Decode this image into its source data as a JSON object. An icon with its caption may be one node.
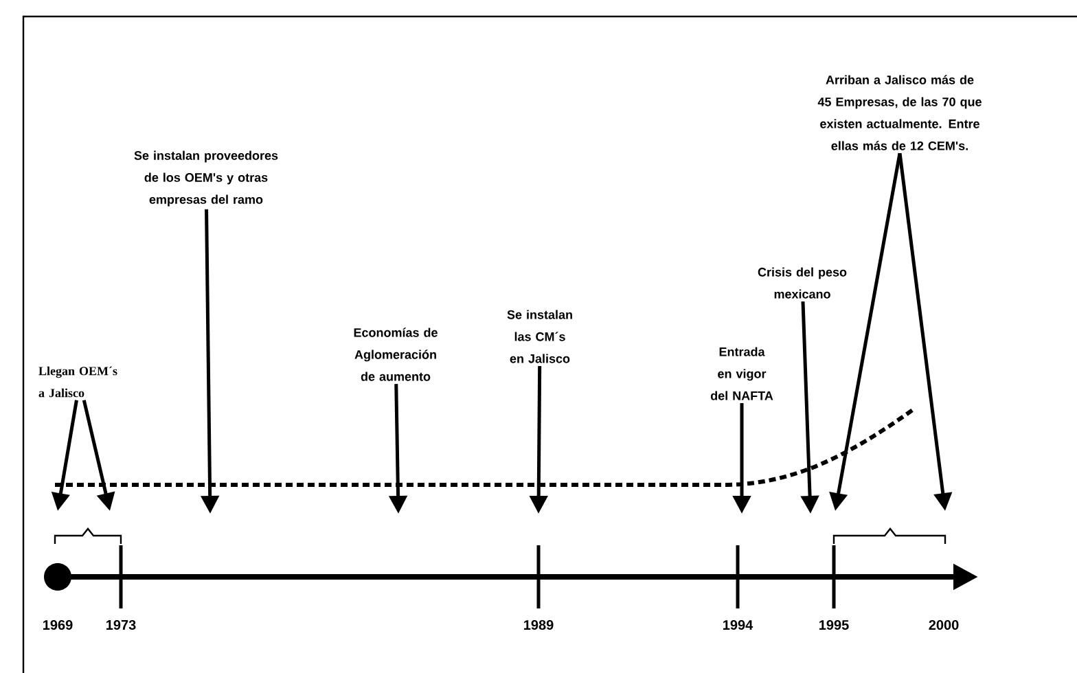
{
  "diagram": {
    "nodes": [
      {
        "text": [
          "Llegan OEM´s a Jalisco"
        ]
      },
      {
        "text": [
          "Se instalan proveedores de los OEM's y otras empresas del ramo"
        ]
      },
      {
        "text": [
          "Economías de Aglomeración de aumento"
        ]
      },
      {
        "text": [
          "Se instalan las CM´s en Jalisco"
        ]
      },
      {
        "text": [
          "Entrada en vigor del NAFTA"
        ]
      },
      {
        "text": [
          "Crisis del peso mexicano"
        ]
      },
      {
        "text": [
          "Arriban a Jalisco más de 45 Empresas, de las 70 que existen actualmente. Entre ellas más de 12 CEM's."
        ]
      }
    ],
    "edges": [
      {
        "from": 0,
        "to": null,
        "arrow": "to"
      },
      {
        "from": 0,
        "to": null,
        "arrow": "to"
      },
      {
        "from": 1,
        "to": null,
        "arrow": "to"
      },
      {
        "from": 2,
        "to": null,
        "arrow": "to"
      },
      {
        "from": 3,
        "to": null,
        "arrow": "to"
      },
      {
        "from": 4,
        "to": null,
        "arrow": "to"
      },
      {
        "from": 5,
        "to": null,
        "arrow": "to"
      },
      {
        "from": 6,
        "to": null,
        "arrow": "to"
      },
      {
        "from": 6,
        "to": null,
        "arrow": "to"
      }
    ],
    "labels": [
      "1969",
      "1973",
      "1989",
      "1994",
      "1995",
      "2000"
    ]
  }
}
